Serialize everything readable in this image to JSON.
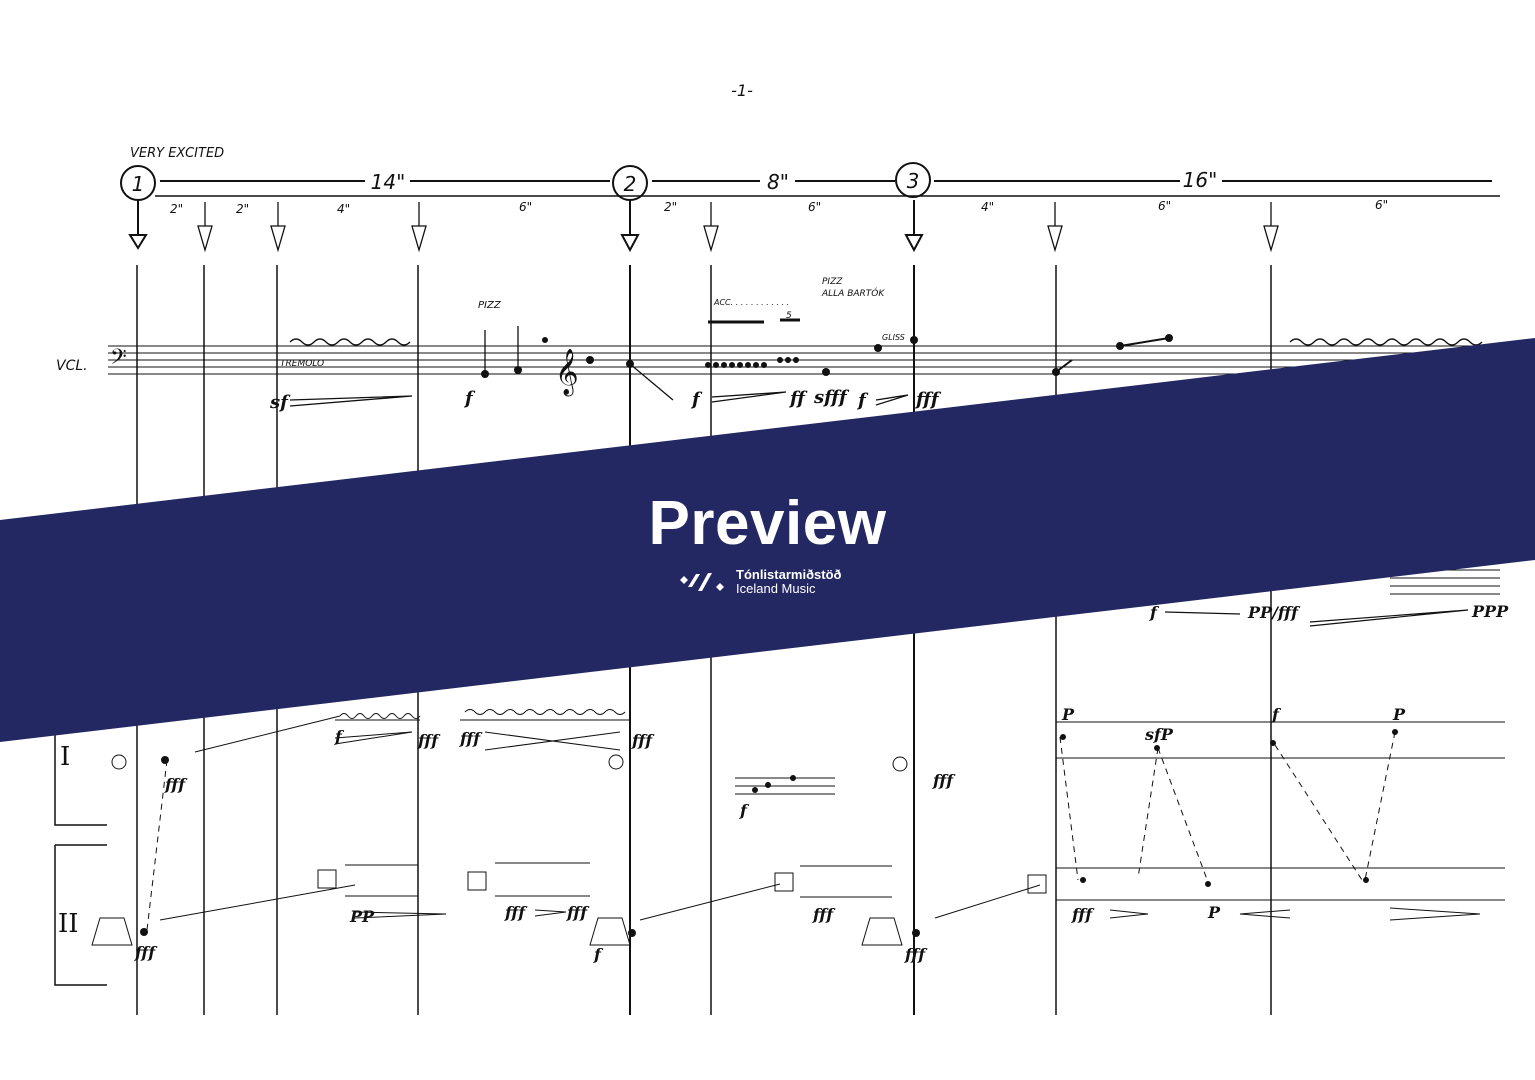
{
  "page_number": "-1-",
  "tempo_marking": "VERY EXCITED",
  "rehearsal_marks": [
    "1",
    "2",
    "3"
  ],
  "section_durations": [
    "14\"",
    "8\"",
    "16\""
  ],
  "sub_durations": [
    "2\"",
    "2\"",
    "4\"",
    "6\"",
    "2\"",
    "6\"",
    "4\"",
    "6\"",
    "6\""
  ],
  "instrument": "VCL.",
  "annotations": {
    "pizz": "PIZZ",
    "tremolo": "TREMOLO",
    "acc": "ACC. . . . . . . . . . . .",
    "tuplet": "5",
    "pizz_bartok_1": "PIZZ",
    "pizz_bartok_2": "ALLA BARTÓK",
    "gliss": "GLISS"
  },
  "dynamics": {
    "vcl": [
      "sf",
      "f",
      "f",
      "ff",
      "sfff",
      "f",
      "fff"
    ],
    "upper": [
      "f",
      "PP/fff",
      "PPP"
    ],
    "perc1": [
      "f",
      "fff",
      "fff",
      "fff",
      "fff",
      "f",
      "fff",
      "P",
      "sfP",
      "f",
      "P"
    ],
    "perc2": [
      "fff",
      "PP",
      "fff",
      "fff",
      "f",
      "fff",
      "fff",
      "P",
      "fff"
    ]
  },
  "percussion_labels": [
    "I",
    "II"
  ],
  "banner": {
    "title": "Preview",
    "brand_line1": "Tónlistarmiðstöð",
    "brand_line2": "Iceland Music",
    "color": "#232762"
  }
}
